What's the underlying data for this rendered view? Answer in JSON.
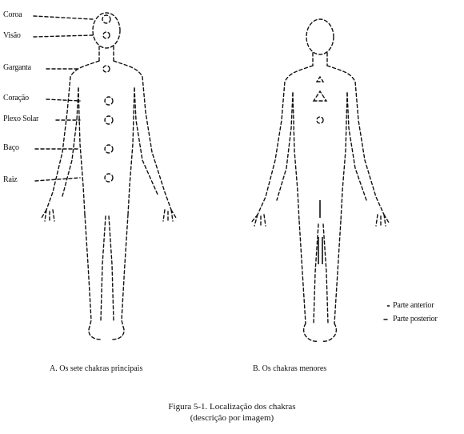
{
  "figure": {
    "left_labels": [
      "Coroa",
      "Visão",
      "Garganta",
      "Coração",
      "Plexo Solar",
      "Baço",
      "Raiz"
    ],
    "left_subcaption": "A. Os sete chakras principais",
    "right_subcaption": "B. Os chakras menores",
    "legend": [
      "Parte anterior",
      "Parte posterior"
    ],
    "caption_line1": "Figura 5-1. Localização dos chakras",
    "caption_line2": "(descrição por imagem)"
  }
}
